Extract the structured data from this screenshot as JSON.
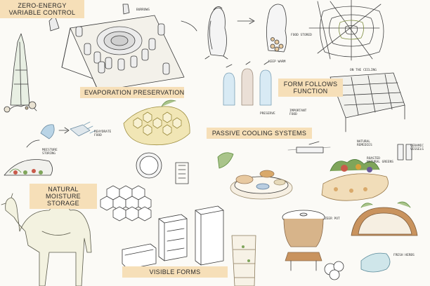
{
  "labels": {
    "zero_energy": "ZERO-ENERGY VARIABLE CONTROL",
    "evaporation": "EVAPORATION PRESERVATION",
    "form_follows": "FORM FOLLOWS FUNCTION",
    "passive_cooling": "PASSIVE COOLING SYSTEMS",
    "moisture": "NATURAL MOISTURE STORAGE",
    "visible_forms": "VISIBLE FORMS"
  },
  "notes": {
    "burrows": "BURROWS",
    "food_stored": "FOOD STORED",
    "keep_warm": "KEEP WARM",
    "preserve": "PRESERVE",
    "important_food": "IMPORTANT FOOD",
    "on_the_ceiling": "ON THE CEILING",
    "moisture_storing": "MOISTURE STORING",
    "rehydrate_food": "REHYDRATE FOOD",
    "natural_remedies": "NATURAL REMEDIES",
    "roasted_natural_greens": "ROASTED NATURAL GREENS",
    "ceramic_vessels": "CERAMIC VESSELS",
    "zeer_pot": "ZEER POT",
    "fresh_herbs": "FRESH HERBS"
  },
  "colors": {
    "label_bg": "#f6dfb8",
    "ink": "#3a3a3a",
    "paper": "#fbfaf6",
    "wood": "#c9935e",
    "moss": "#7fa55a",
    "ice_blue": "#a9cfe6"
  }
}
